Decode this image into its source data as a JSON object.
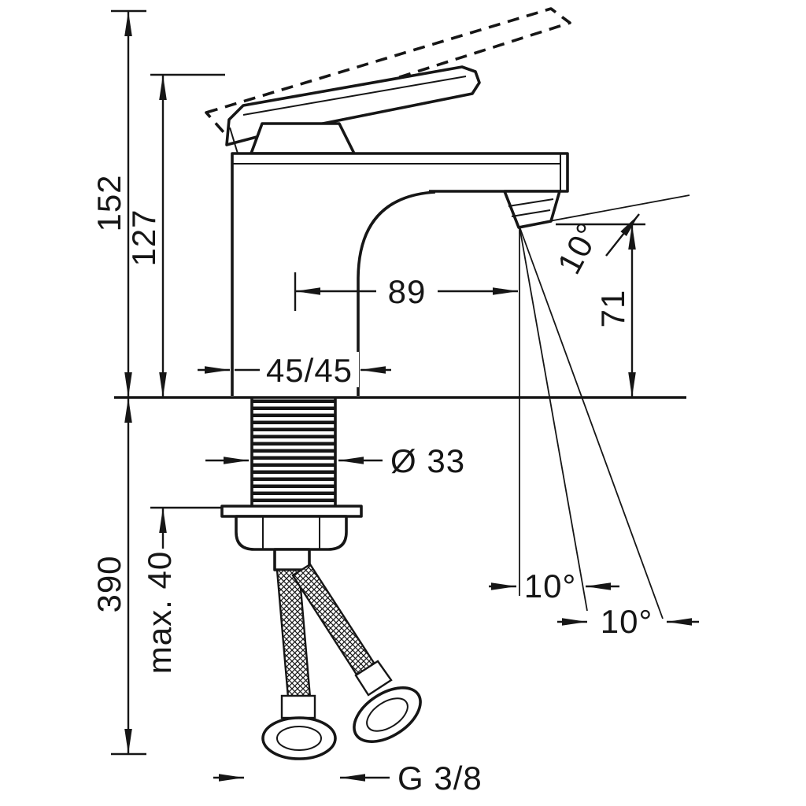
{
  "drawing": {
    "labels": {
      "total_height": "152",
      "handle_height": "127",
      "spout_reach": "89",
      "spout_height": "71",
      "base_width": "45/45",
      "shank_diameter": "Ø 33",
      "hose_length": "390",
      "max_deck_thickness": "max. 40",
      "connection_thread": "G 3/8",
      "spout_angle": "10°",
      "swivel_angle_inner": "10°",
      "swivel_angle_outer": "10°"
    }
  }
}
